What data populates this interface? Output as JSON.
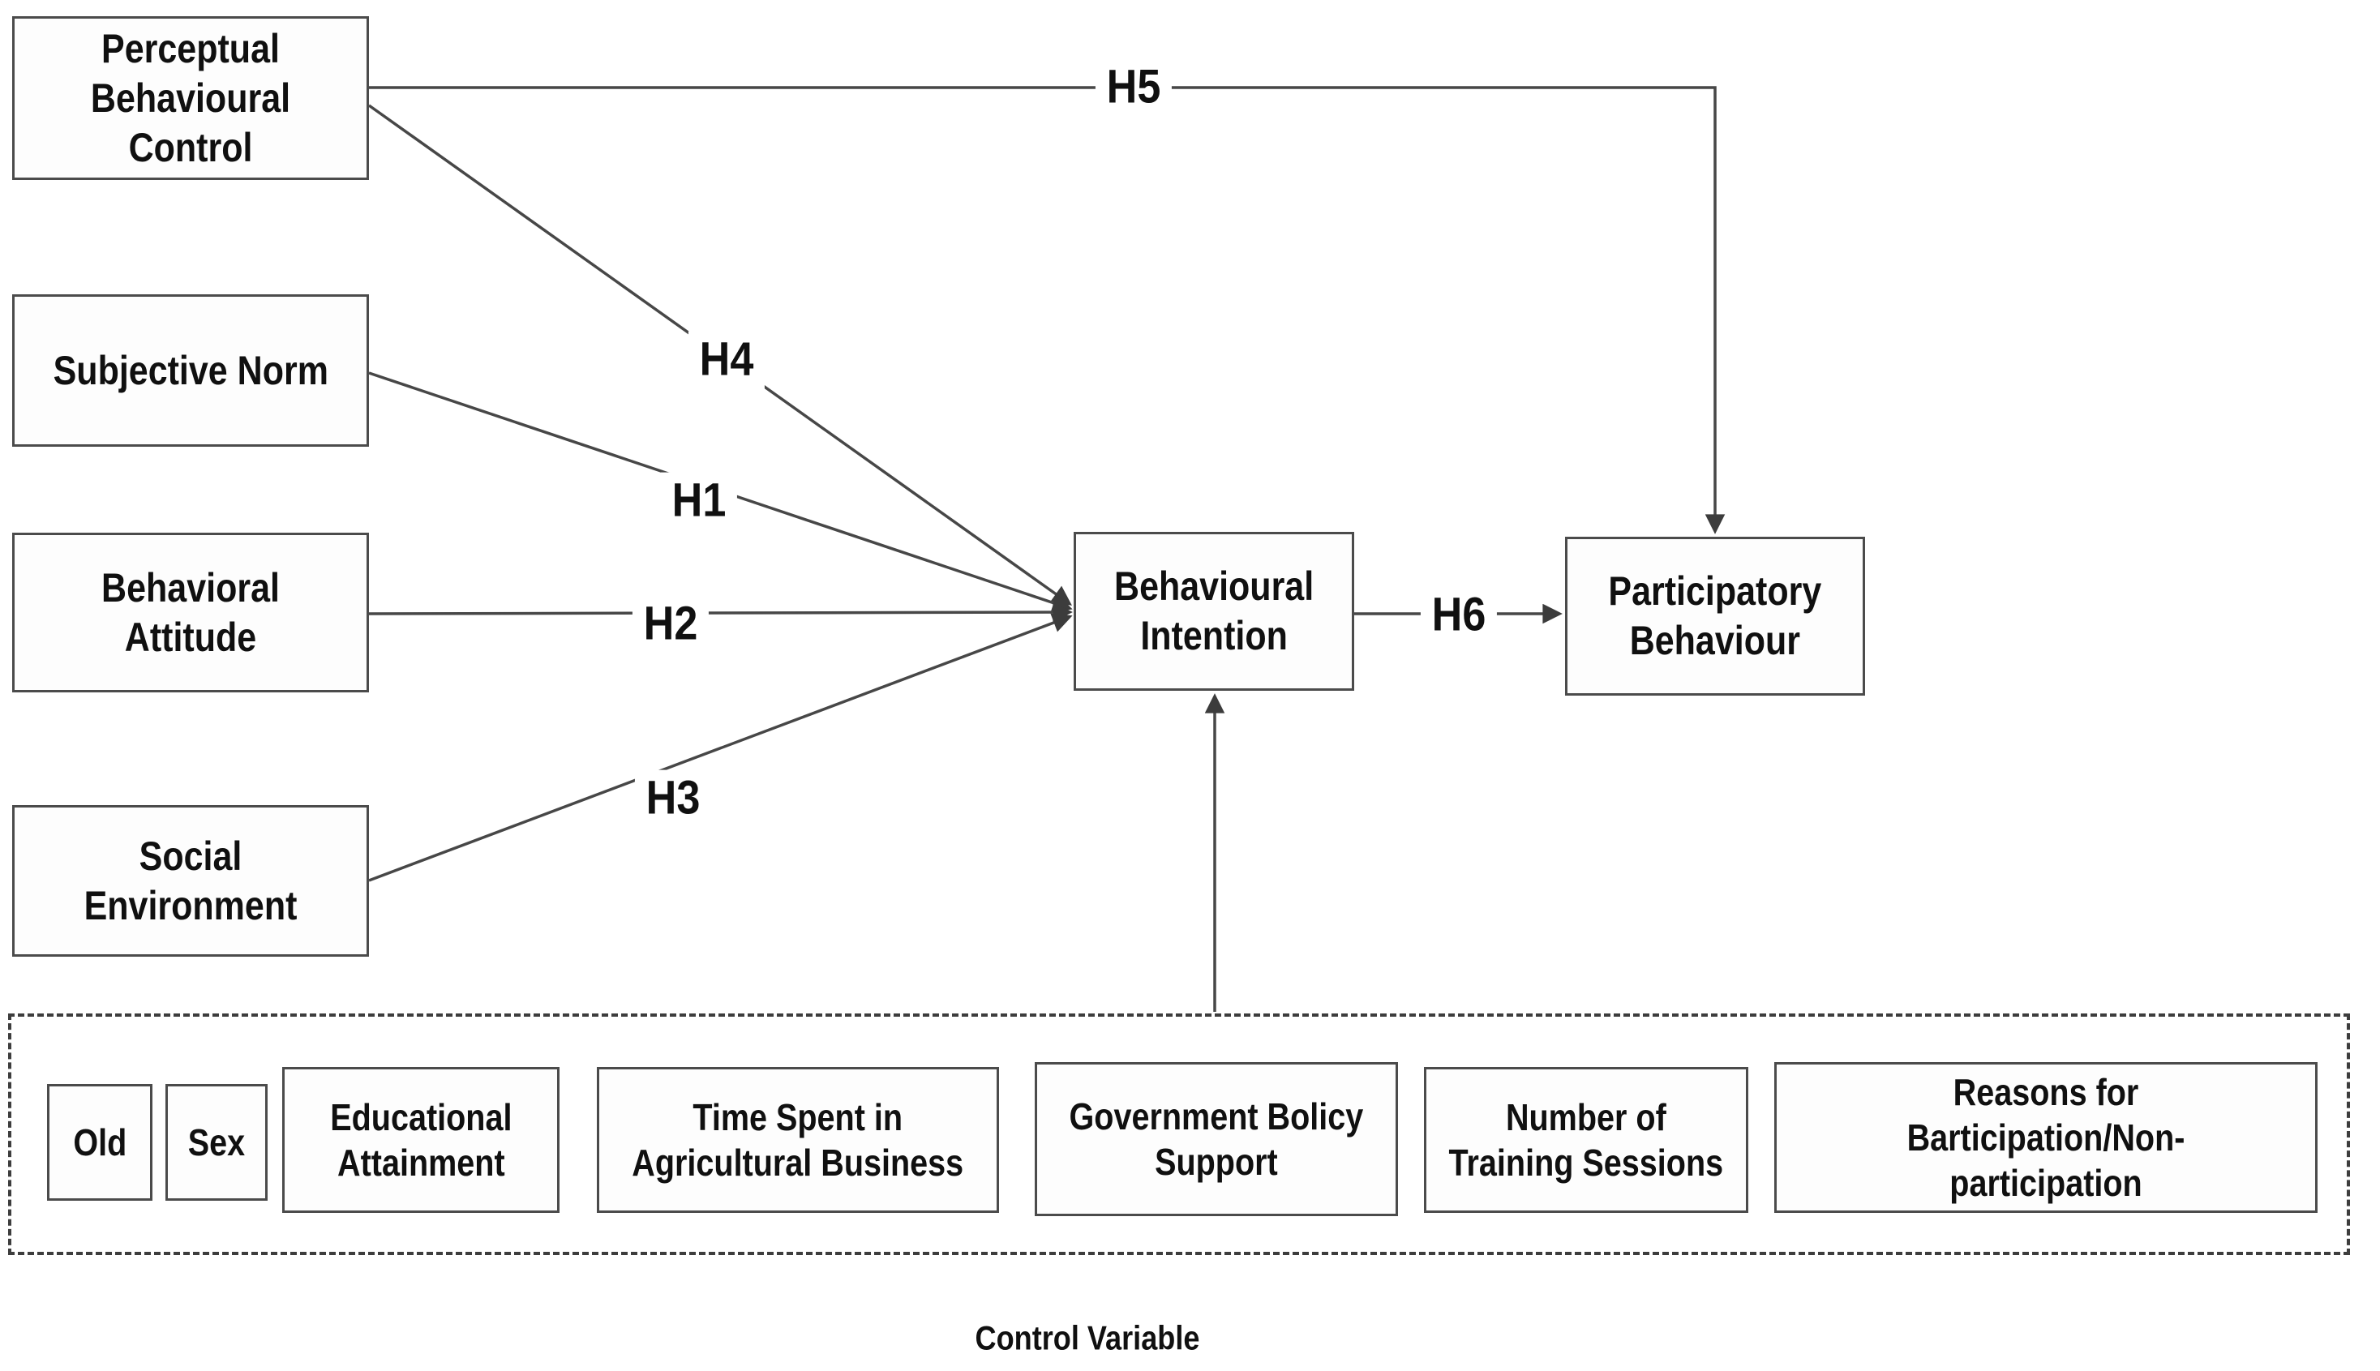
{
  "figure": {
    "background": "#ffffff",
    "box_border_color": "#4b4b4b",
    "line_color": "#474747",
    "text_color": "#101010",
    "predictors": [
      {
        "label": "Perceptual\nBehavioural Control"
      },
      {
        "label": "Subjective Norm"
      },
      {
        "label": "Behavioral Attitude"
      },
      {
        "label": "Social Environment"
      }
    ],
    "mediator": {
      "label": "Behavioural\nIntention"
    },
    "outcome": {
      "label": "Participatory\nBehaviour"
    },
    "hypotheses": [
      {
        "id": "H1",
        "from": "Subjective Norm",
        "to": "Behavioural Intention"
      },
      {
        "id": "H2",
        "from": "Behavioral Attitude",
        "to": "Behavioural Intention"
      },
      {
        "id": "H3",
        "from": "Social Environment",
        "to": "Behavioural Intention"
      },
      {
        "id": "H4",
        "from": "Perceptual Behavioural Control",
        "to": "Behavioural Intention"
      },
      {
        "id": "H5",
        "from": "Perceptual Behavioural Control",
        "to": "Participatory Behaviour"
      },
      {
        "id": "H6",
        "from": "Behavioural Intention",
        "to": "Participatory Behaviour"
      }
    ],
    "control_panel": {
      "caption": "Control Variable",
      "items": [
        {
          "label": "Old"
        },
        {
          "label": "Sex"
        },
        {
          "label": "Educational\nAttainment"
        },
        {
          "label": "Time Spent in\nAgricultural Business"
        },
        {
          "label": "Government Bolicy\nSupport"
        },
        {
          "label": "Number of\nTraining Sessions"
        },
        {
          "label": "Reasons for Barticipation/Non-\nparticipation"
        }
      ]
    }
  }
}
